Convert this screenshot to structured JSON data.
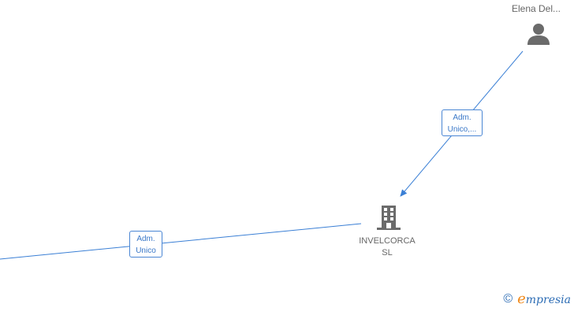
{
  "nodes": {
    "person": {
      "label": "Elena Del...",
      "icon": "person-icon"
    },
    "company": {
      "label_line1": "INVELCORCA",
      "label_line2": "SL",
      "icon": "building-icon"
    }
  },
  "edges": [
    {
      "label_line1": "Adm.",
      "label_line2": "Unico,...",
      "from": "Elena Del...",
      "to": "INVELCORCA SL"
    },
    {
      "label_line1": "Adm.",
      "label_line2": "Unico",
      "from": "offscreen-left",
      "to": "INVELCORCA SL"
    }
  ],
  "footer": {
    "copyright": "©",
    "brand_initial": "e",
    "brand_rest": "mpresia"
  },
  "colors": {
    "edge": "#3a7fd5",
    "node_icon": "#6b6b6b",
    "brand_orange": "#f08a1c",
    "brand_blue": "#2d6db5"
  }
}
